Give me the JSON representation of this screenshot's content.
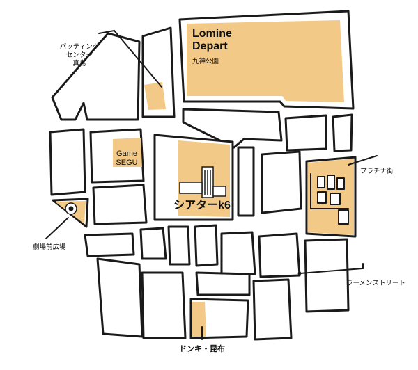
{
  "map": {
    "landmarks": {
      "lomine_line1": "Lomine",
      "lomine_line2": "Depart",
      "lomine_sub": "九神公園",
      "batting_line1": "バッティング",
      "batting_line2": "センター",
      "batting_line3": "真島",
      "game_line1": "Game",
      "game_line2": "SEGU",
      "theater": "シアターk6",
      "platina": "プラチナ街",
      "plaza": "劇場前広場",
      "ramen": "ラーメンストリート",
      "donki": "ドンキ・昆布"
    },
    "highlight_color": "#f2c987",
    "line_color": "#1a1a1a"
  }
}
